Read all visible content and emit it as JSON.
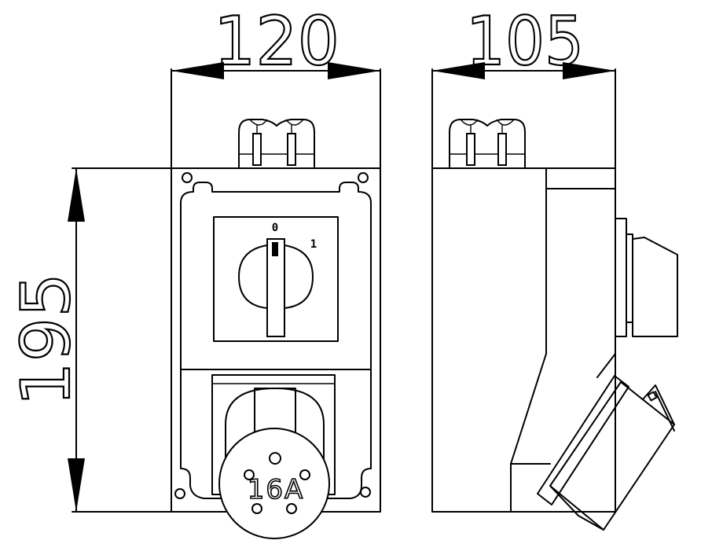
{
  "dimensions": {
    "front_width": "120",
    "side_width": "105",
    "height": "195"
  },
  "switch": {
    "off_label": "0",
    "on_label": "1"
  },
  "socket": {
    "rating_label": "16A"
  },
  "colors": {
    "line": "#000000",
    "background": "#ffffff"
  }
}
